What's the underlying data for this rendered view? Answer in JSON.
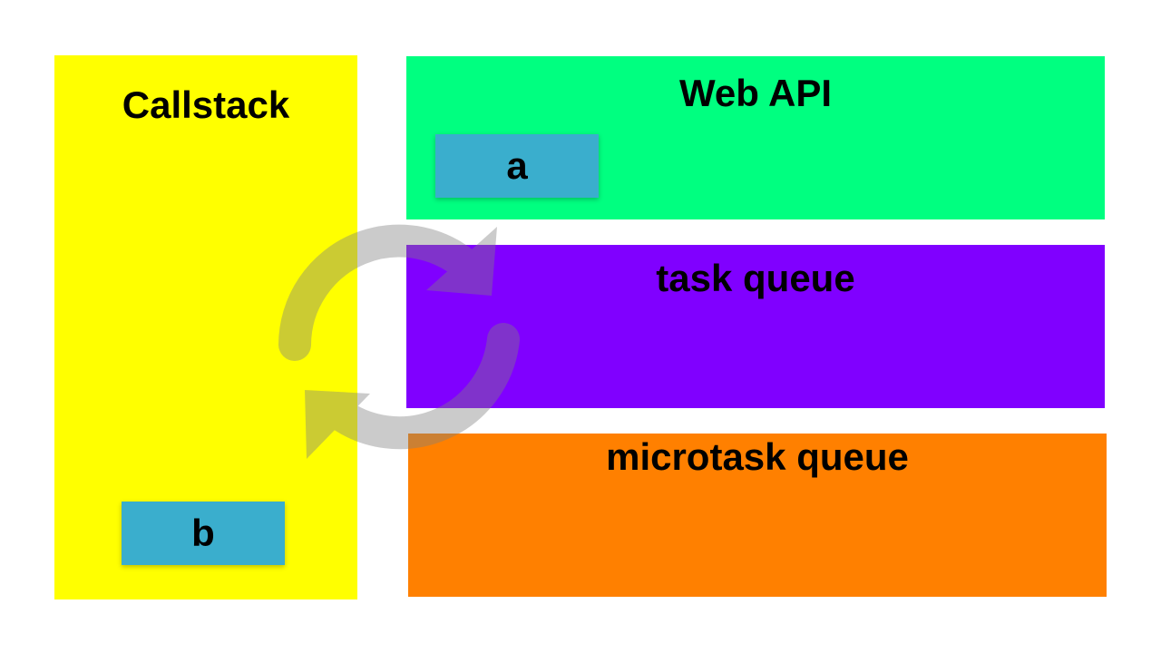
{
  "colors": {
    "callstack_bg": "#ffff00",
    "webapi_bg": "#00ff80",
    "taskqueue_bg": "#8000ff",
    "microtask_bg": "#ff8000",
    "item_bg": "#3aaecd",
    "loop_icon": "#808080"
  },
  "panels": {
    "callstack": {
      "title": "Callstack"
    },
    "webapi": {
      "title": "Web API"
    },
    "taskqueue": {
      "title": "task queue"
    },
    "microtask": {
      "title": "microtask queue"
    }
  },
  "items": {
    "webapi_item": {
      "label": "a"
    },
    "callstack_item": {
      "label": "b"
    }
  },
  "icons": {
    "loop": "refresh-cycle-icon"
  }
}
